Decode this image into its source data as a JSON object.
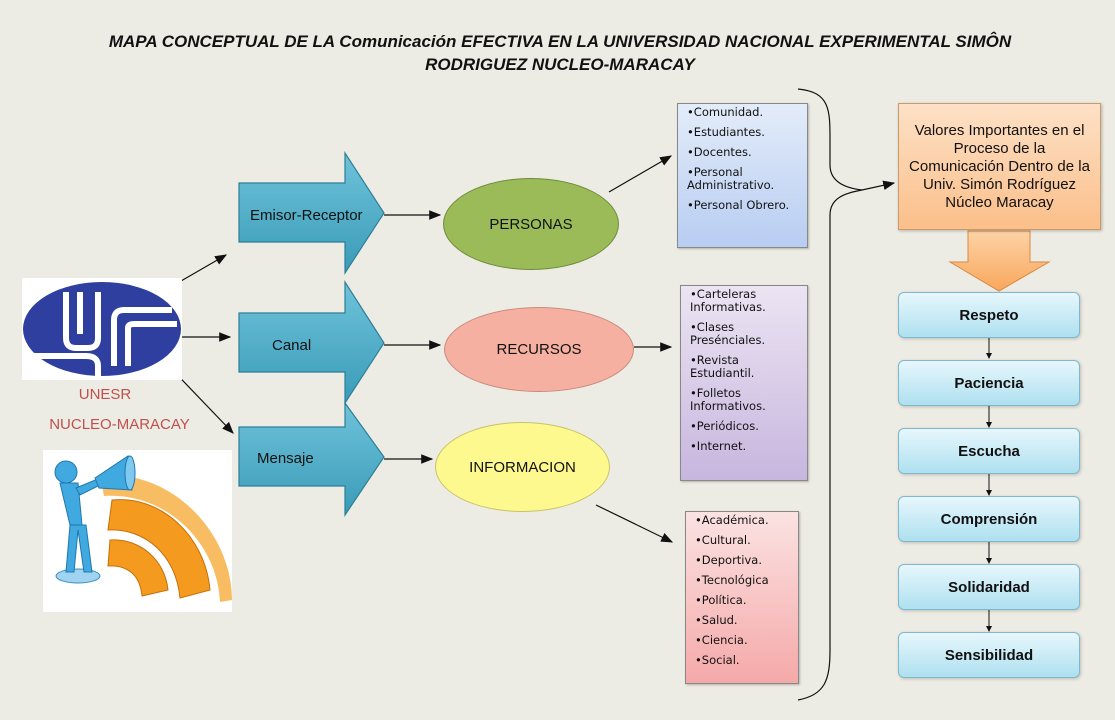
{
  "title": {
    "line1": "MAPA CONCEPTUAL DE LA Comunicación EFECTIVA EN LA UNIVERSIDAD NACIONAL EXPERIMENTAL SIMÔN",
    "line2": "RODRIGUEZ NUCLEO-MARACAY"
  },
  "logo": {
    "caption1": "UNESR",
    "caption2": "NUCLEO-MARACAY"
  },
  "elements": {
    "emisor": "Emisor-Receptor",
    "canal": "Canal",
    "mensaje": "Mensaje"
  },
  "categories": {
    "personas": "PERSONAS",
    "recursos": "RECURSOS",
    "informacion": "INFORMACION"
  },
  "lists": {
    "personas": [
      "Comunidad.",
      "Estudiantes.",
      "Docentes.",
      "Personal Administrativo.",
      "Personal Obrero."
    ],
    "recursos": [
      "Carteleras Informativas.",
      "Clases Presénciales.",
      "Revista Estudiantil.",
      "Folletos Informativos.",
      "Periódicos.",
      "Internet."
    ],
    "informacion": [
      "Académica.",
      "Cultural.",
      "Deportiva.",
      "Tecnológica",
      "Política.",
      "Salud.",
      "Ciencia.",
      "Social."
    ]
  },
  "valores": {
    "heading": "Valores Importantes en el Proceso de la Comunicación Dentro de la Univ. Simón Rodríguez Núcleo Maracay",
    "items": [
      "Respeto",
      "Paciencia",
      "Escucha",
      "Comprensión",
      "Solidaridad",
      "Sensibilidad"
    ]
  },
  "colors": {
    "background": "#edece4",
    "block_arrow": "#4bacc6",
    "personas": "#9bbb59",
    "recursos": "#f6b0a2",
    "informacion": "#fdf98e",
    "logo_blue": "#2e3f9f",
    "caption_red": "#c0504d",
    "megaphone_orange": "#f39a1f",
    "figure_blue": "#3fa9e0"
  }
}
